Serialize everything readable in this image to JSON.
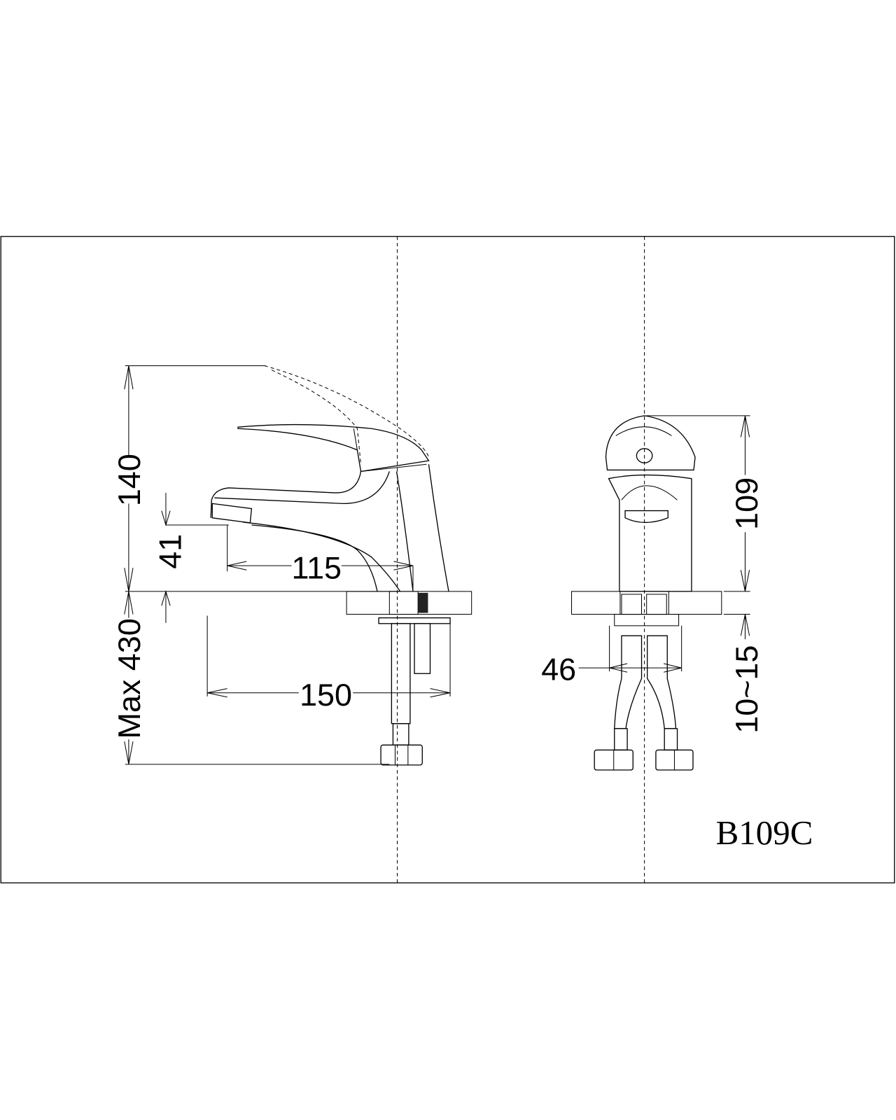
{
  "drawing": {
    "model": "B109C",
    "side_view": {
      "dimensions": {
        "total_height": "140",
        "spout_height": "41",
        "spout_reach": "115",
        "hose_length": "Max 430",
        "hole_offset": "150"
      }
    },
    "front_view": {
      "dimensions": {
        "body_height": "109",
        "hole_diameter": "46",
        "counter_thickness": "10~15"
      }
    }
  }
}
